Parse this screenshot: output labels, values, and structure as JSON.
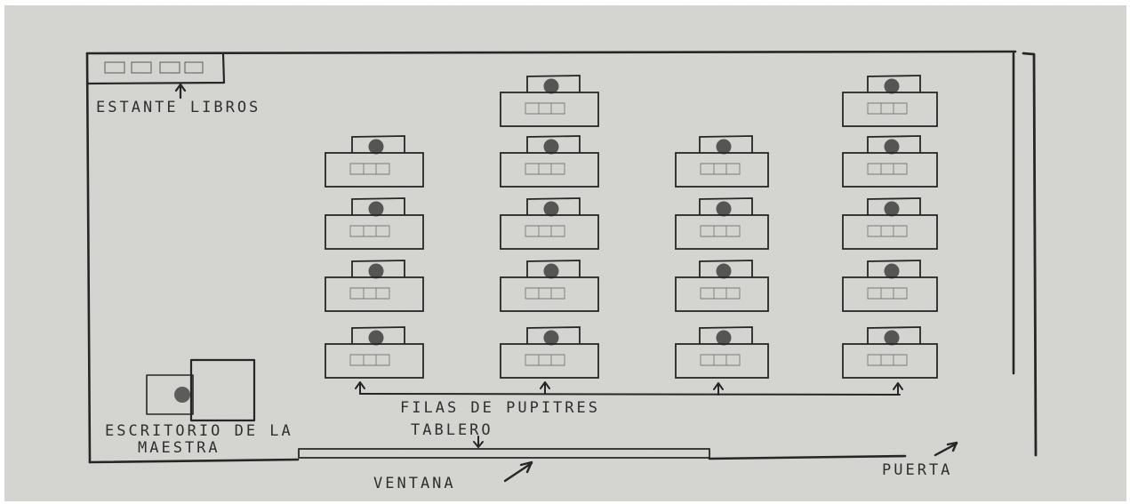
{
  "labels": {
    "bookshelf": "ESTANTE LIBROS",
    "teacher_desk_line1": "ESCRITORIO DE LA",
    "teacher_desk_line2": "MAESTRA",
    "desk_rows": "FILAS DE PUPITRES",
    "board": "TABLERO",
    "window": "VENTANA",
    "door": "PUERTA"
  },
  "colors": {
    "paper": "#d6d6d2",
    "ink": "#262626",
    "seat": "#3e3e3e"
  },
  "desk_rows": [
    {
      "desks": 4
    },
    {
      "desks": 5
    },
    {
      "desks": 4
    },
    {
      "desks": 5
    }
  ]
}
